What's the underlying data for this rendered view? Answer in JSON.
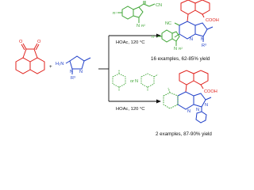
{
  "reactant_labels": {
    "amine": "H₂N",
    "r3_a": "R³",
    "plus": "+",
    "n_a": "N",
    "n_b": "N"
  },
  "top_reagent": {
    "r1": "R¹",
    "n": "N",
    "r2": "R²",
    "cn": "CN"
  },
  "top_reaction": {
    "conditions": "HOAc, 120 °C",
    "result": "16 examples, 62-85% yield"
  },
  "top_product": {
    "nc": "NC",
    "cooh": "COOH",
    "r1": "R¹",
    "n1": "N",
    "r2": "R²",
    "n2": "N",
    "n3": "N",
    "r3": "R³"
  },
  "bottom_reagent": {
    "or": "or",
    "n": "N"
  },
  "bottom_reaction": {
    "conditions": "HOAc, 120 °C",
    "result": "2 examples, 87-90% yield"
  },
  "bottom_product": {
    "cooh": "COOH",
    "n1": "N",
    "n2": "N",
    "n3": "N"
  },
  "colors": {
    "red": "#e0201b",
    "blue": "#1e3ec8",
    "green": "#3fa535",
    "black": "#111111"
  }
}
